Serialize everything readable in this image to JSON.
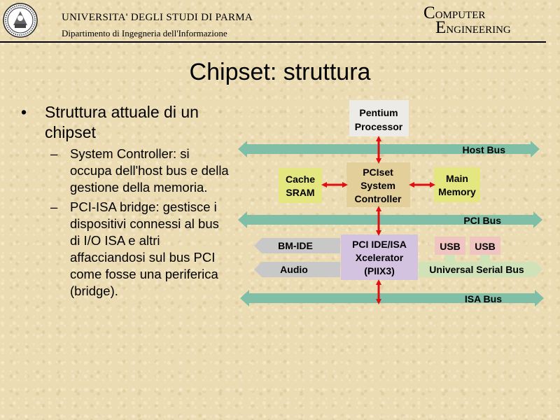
{
  "header": {
    "university": "UNIVERSITA' DEGLI STUDI DI PARMA",
    "department": "Dipartimento di Ingegneria dell'Informazione",
    "ce_line1_initial": "C",
    "ce_line1_rest": "OMPUTER",
    "ce_line2_initial": "E",
    "ce_line2_rest": "NGINEERING"
  },
  "slide": {
    "title": "Chipset: struttura",
    "bullet_mark": "•",
    "dash_mark": "–",
    "bullet": "Struttura attuale di un chipset",
    "subitems": [
      "System Controller: si occupa dell'host bus e della gestione della memoria.",
      "PCI-ISA bridge: gestisce i dispositivi connessi al bus di I/O ISA e altri affacciandosi sul bus PCI come fosse una periferica (bridge)."
    ]
  },
  "diagram": {
    "pentium": [
      "Pentium",
      "Processor"
    ],
    "host_bus": "Host Bus",
    "cache": [
      "Cache",
      "SRAM"
    ],
    "pciset": [
      "PCIset",
      "System",
      "Controller"
    ],
    "main_memory": [
      "Main",
      "Memory"
    ],
    "pci_bus": "PCI Bus",
    "bm_ide": "BM-IDE",
    "audio": "Audio",
    "piix": [
      "PCI IDE/ISA",
      "Xcelerator",
      "(PIIX3)"
    ],
    "usb1": "USB",
    "usb2": "USB",
    "usb_bus": "Universal Serial Bus",
    "isa_bus": "ISA Bus",
    "colors": {
      "bus": "#7fbfa8",
      "box_yellow": "#e4e680",
      "box_tan": "#e2cf9a",
      "box_lavender": "#d3c2e0",
      "box_pink": "#f0c4c0",
      "box_white": "#ecebe8",
      "arrow_red": "#e01010",
      "gray_arrow": "#c9c8c8",
      "usb_bus": "#cfe2b8"
    }
  }
}
